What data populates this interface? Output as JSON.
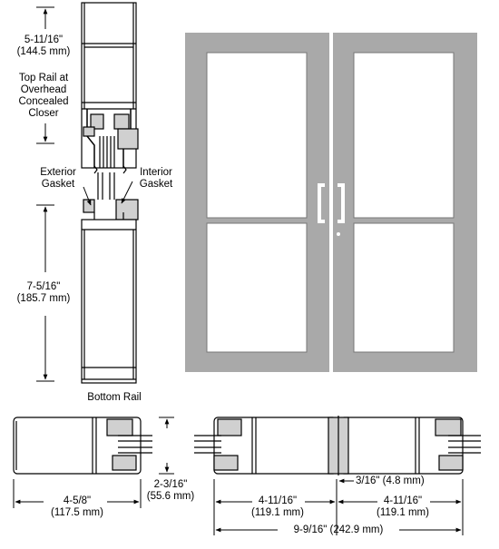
{
  "labels": {
    "top_dim": [
      "5-11/16\"",
      "(144.5 mm)"
    ],
    "top_rail": [
      "Top Rail at",
      "Overhead",
      "Concealed",
      "Closer"
    ],
    "exterior_gasket": [
      "Exterior",
      "Gasket"
    ],
    "interior_gasket": [
      "Interior",
      "Gasket"
    ],
    "bottom_dim": [
      "7-5/16\"",
      "(185.7 mm)"
    ],
    "bottom_rail": "Bottom Rail",
    "stile_width": [
      "4-5/8\"",
      "(117.5 mm)"
    ],
    "stile_depth": [
      "2-3/16\"",
      "(55.6 mm)"
    ],
    "gap": "3/16\" (4.8 mm)",
    "left_leaf": [
      "4-11/16\"",
      "(119.1 mm)"
    ],
    "right_leaf": [
      "4-11/16\"",
      "(119.1 mm)"
    ],
    "overall": "9-9/16\" (242.9 mm)"
  },
  "colors": {
    "door_frame": "#a9a9a9",
    "glass": "#ffffff",
    "line": "#000000",
    "section_fill": "#d0d0d0"
  }
}
